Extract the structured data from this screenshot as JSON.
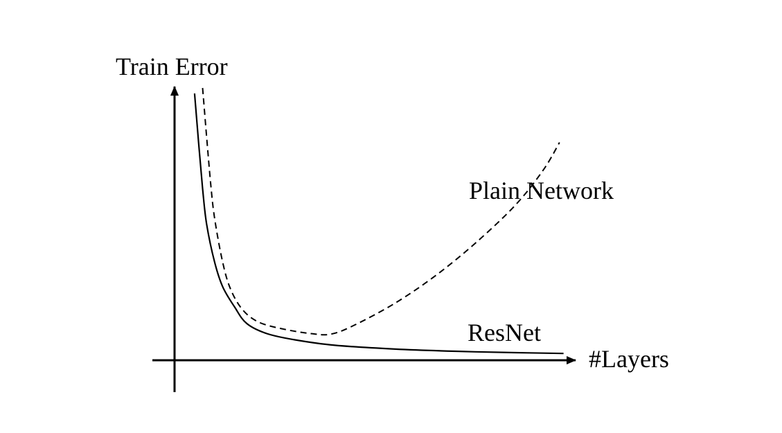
{
  "chart_data": {
    "type": "line",
    "title": "",
    "xlabel": "#Layers",
    "ylabel": "Train Error",
    "xlim": [
      0,
      100
    ],
    "ylim": [
      0,
      100
    ],
    "grid": false,
    "axis_ticks": false,
    "series": [
      {
        "name": "ResNet",
        "style": "solid",
        "color": "#000000",
        "x": [
          5,
          6,
          7,
          8,
          10,
          12,
          15,
          18,
          23,
          30,
          40,
          55,
          70,
          85,
          97
        ],
        "y": [
          98,
          80,
          63,
          50,
          36,
          27,
          19.5,
          13.5,
          9.8,
          7.5,
          5.5,
          4.1,
          3.3,
          2.8,
          2.5
        ]
      },
      {
        "name": "Plain Network",
        "style": "dashed",
        "color": "#000000",
        "x": [
          7,
          8,
          9,
          10,
          12,
          14,
          17,
          21,
          27,
          34,
          39,
          45,
          55,
          65,
          75,
          85,
          92,
          96
        ],
        "y": [
          100,
          82,
          65,
          52,
          36,
          26,
          18.5,
          14,
          11.5,
          9.8,
          9.6,
          13,
          21,
          31,
          43,
          57,
          70,
          80
        ]
      }
    ]
  }
}
